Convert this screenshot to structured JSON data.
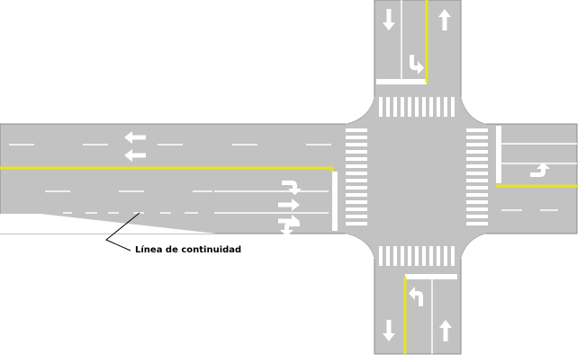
{
  "annotation": {
    "label": "Línea de continuidad"
  },
  "colors": {
    "road": "#c2c2c2",
    "road_edge": "#8a8a8a",
    "marking": "#ffffff",
    "center_line": "#e6e61e",
    "label": "#000000",
    "background": "#ffffff"
  },
  "arrows": {
    "west_road": [
      "left",
      "left",
      "right-turn",
      "straight",
      "straight-or-right"
    ],
    "east_road": [
      "left-turn"
    ],
    "north_road": [
      "down",
      "up",
      "left-turn"
    ],
    "south_road": [
      "left-turn",
      "down",
      "up"
    ]
  }
}
